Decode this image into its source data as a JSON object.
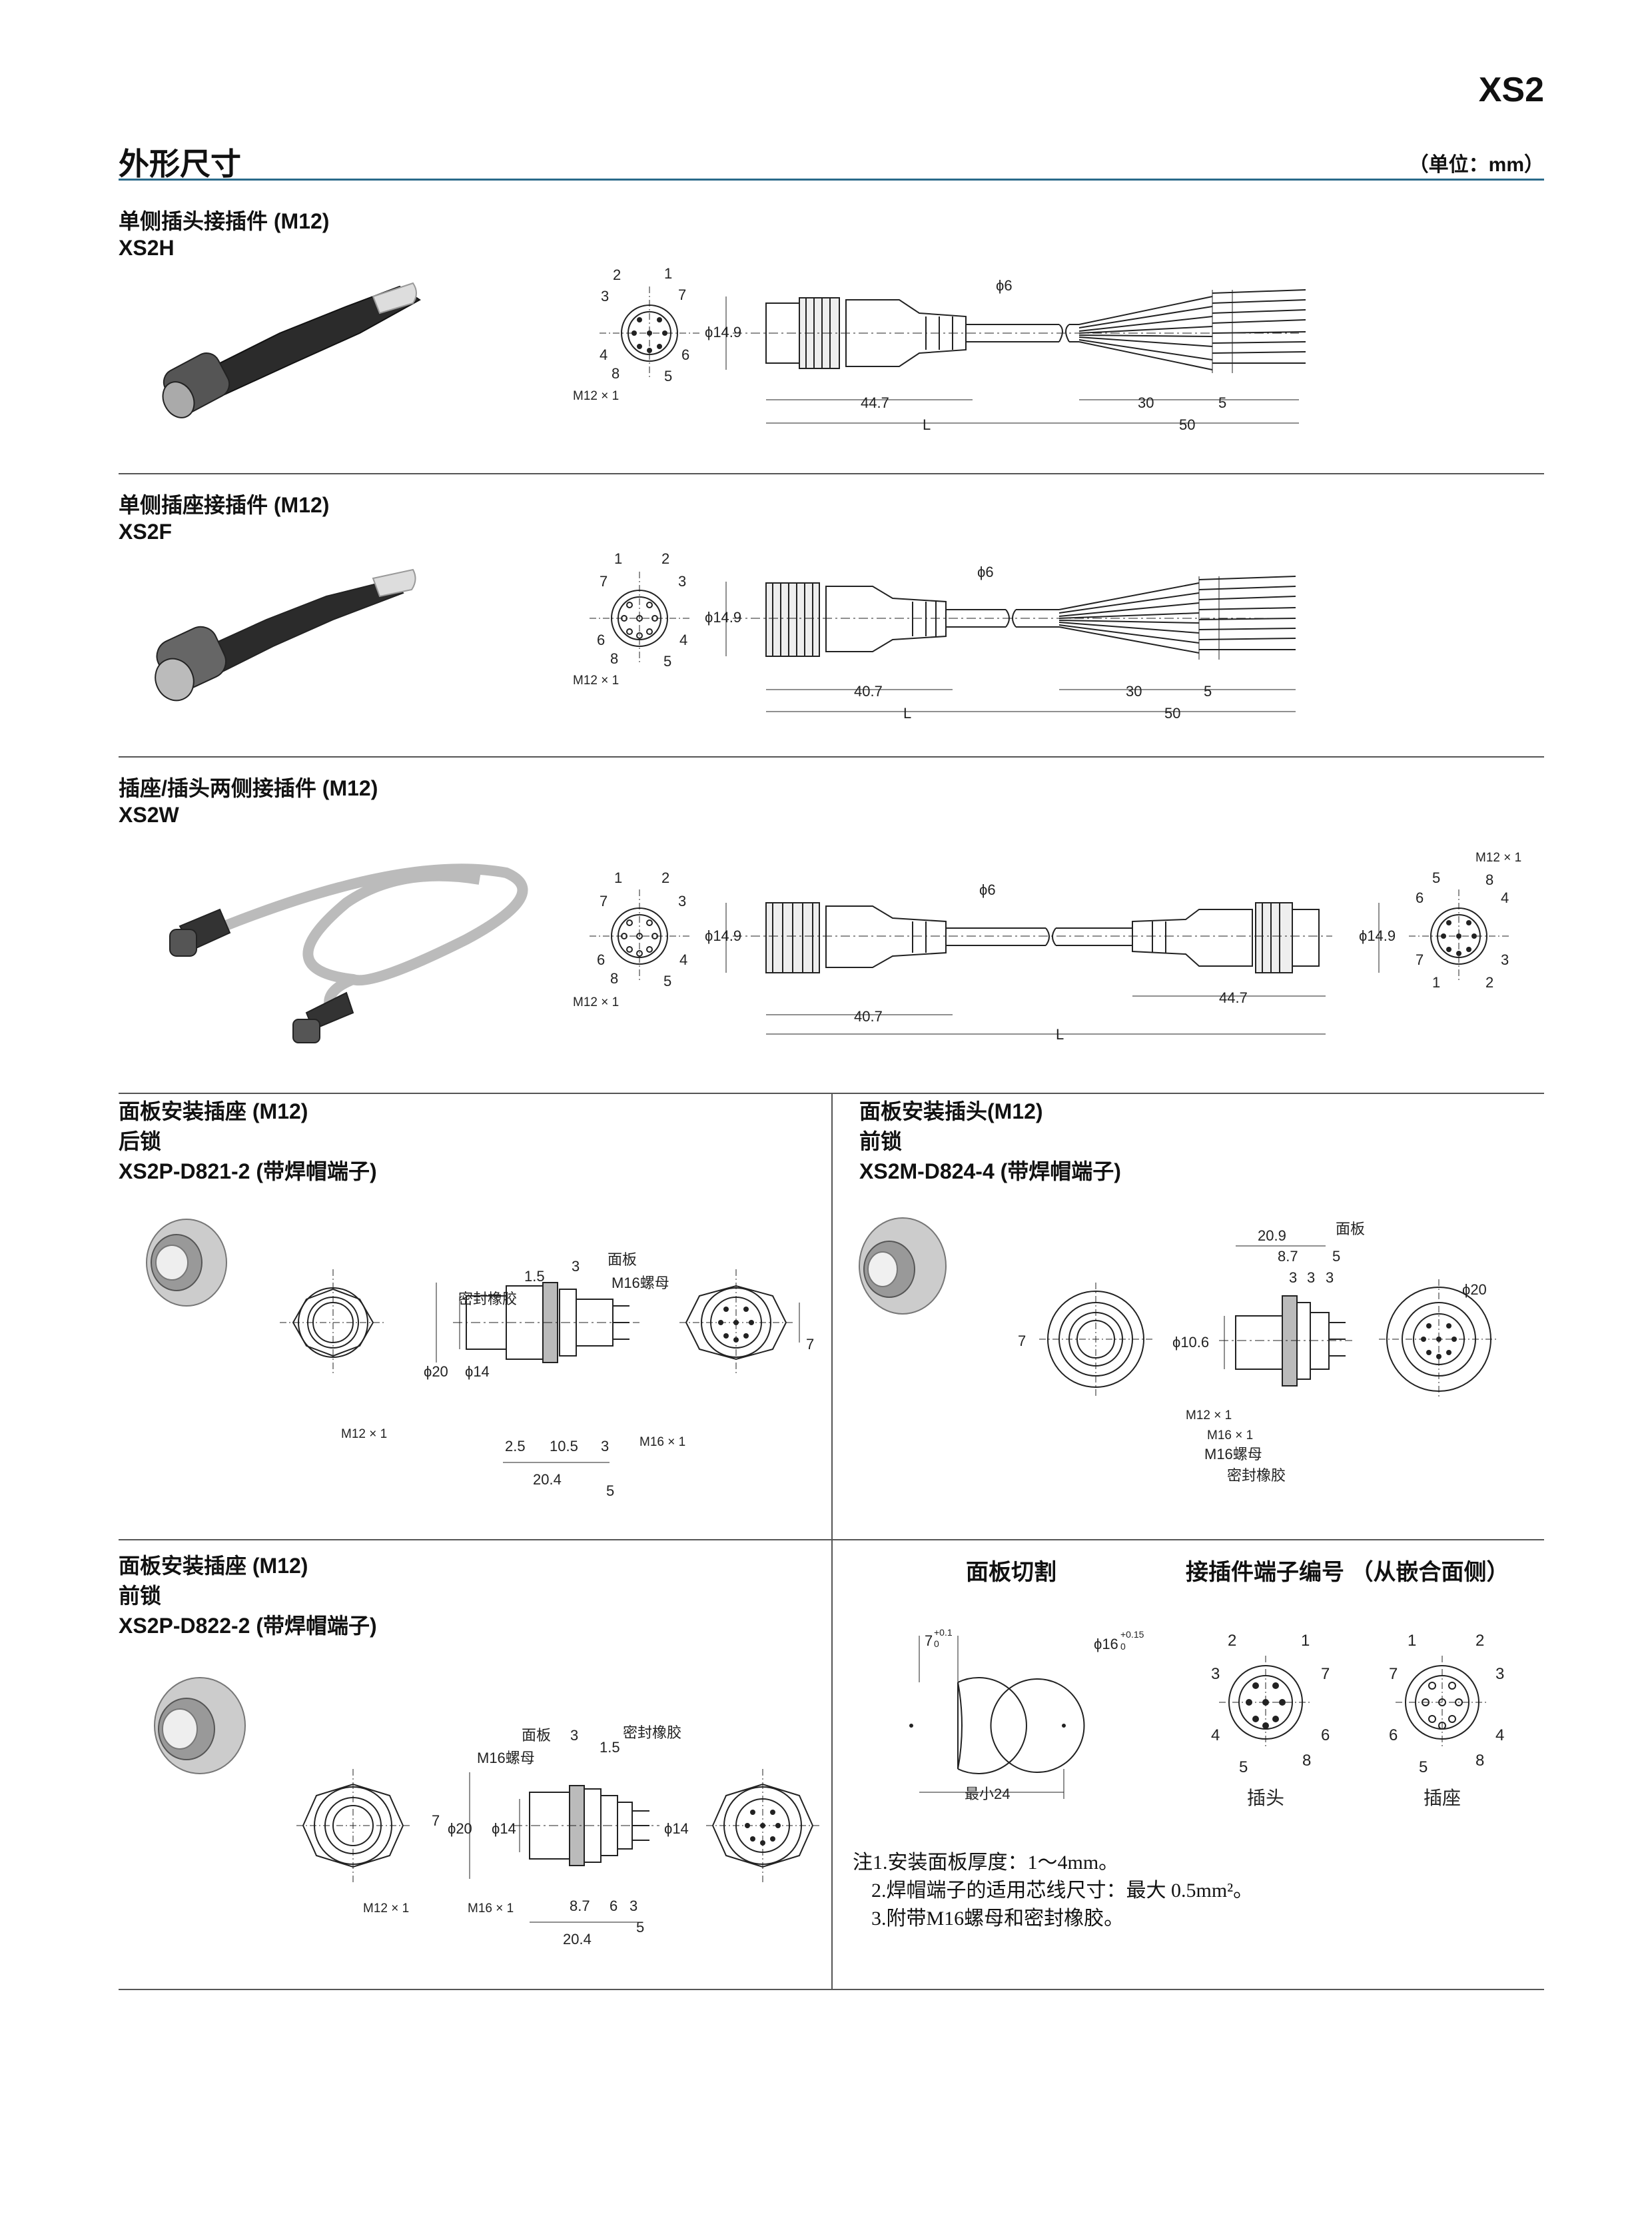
{
  "header": {
    "series": "XS2",
    "title": "外形尺寸",
    "unit": "（单位：mm）"
  },
  "sections": [
    {
      "line1": "单侧插头接插件 (M12)",
      "line2": "XS2H",
      "dims": {
        "dia": "ϕ14.9",
        "cable": "ϕ6",
        "thread": "M12 × 1",
        "len1": "44.7",
        "len2": "L",
        "len3": "30",
        "len4": "5",
        "len5": "50"
      },
      "pins": [
        "1",
        "2",
        "3",
        "4",
        "5",
        "6",
        "7",
        "8"
      ]
    },
    {
      "line1": "单侧插座接插件 (M12)",
      "line2": "XS2F",
      "dims": {
        "dia": "ϕ14.9",
        "cable": "ϕ6",
        "thread": "M12 × 1",
        "len1": "40.7",
        "len2": "L",
        "len3": "30",
        "len4": "5",
        "len5": "50"
      },
      "pins": [
        "1",
        "2",
        "3",
        "4",
        "5",
        "6",
        "7",
        "8"
      ]
    },
    {
      "line1": "插座/插头两侧接插件 (M12)",
      "line2": "XS2W",
      "dims": {
        "dia": "ϕ14.9",
        "dia2": "ϕ14.9",
        "cable": "ϕ6",
        "thread": "M12 × 1",
        "thread2": "M12 × 1",
        "len1": "40.7",
        "len2": "L",
        "len3": "44.7"
      },
      "pins": [
        "1",
        "2",
        "3",
        "4",
        "5",
        "6",
        "7",
        "8"
      ]
    }
  ],
  "panel_rear": {
    "line1": "面板安装插座 (M12)",
    "line2": "后锁",
    "line3": "XS2P-D821-2 (带焊帽端子)",
    "labels": {
      "panel": "面板",
      "nut": "M16螺母",
      "seal": "密封橡胶",
      "d20": "ϕ20",
      "d14": "ϕ14",
      "m12": "M12 × 1",
      "m16": "M16 × 1",
      "a": "1.5",
      "b": "3",
      "c": "2.5",
      "d": "10.5",
      "e": "3",
      "f": "20.4",
      "g": "5",
      "h": "7"
    }
  },
  "panel_plug": {
    "line1": "面板安装插头(M12)",
    "line2": "前锁",
    "line3": "XS2M-D824-4 (带焊帽端子)",
    "labels": {
      "panel": "面板",
      "d20": "ϕ20",
      "d106": "ϕ10.6",
      "m12": "M12 × 1",
      "m16": "M16 × 1",
      "nut": "M16螺母",
      "seal": "密封橡胶",
      "a": "20.9",
      "b": "8.7",
      "c": "5",
      "d": "3",
      "e": "3",
      "f": "3",
      "h": "7"
    }
  },
  "panel_front": {
    "line1": "面板安装插座 (M12)",
    "line2": "前锁",
    "line3": "XS2P-D822-2 (带焊帽端子)",
    "labels": {
      "panel": "面板",
      "nut": "M16螺母",
      "seal": "密封橡胶",
      "d20": "ϕ20",
      "d14": "ϕ14",
      "d14b": "ϕ14",
      "m12": "M12 × 1",
      "m16": "M16 × 1",
      "a": "3",
      "b": "1.5",
      "c": "8.7",
      "d": "6",
      "e": "3",
      "f": "20.4",
      "g": "5",
      "h": "7"
    }
  },
  "cutout": {
    "title": "面板切割",
    "d7": "7",
    "d7tol": "+0.1",
    "d7tol2": "0",
    "d16": "ϕ16",
    "d16tol": "+0.15",
    "d16tol2": "0",
    "min": "最小24"
  },
  "pinout": {
    "title": "接插件端子编号 （从嵌合面侧）",
    "plug": "插头",
    "socket": "插座",
    "plug_pins": [
      "2",
      "1",
      "3",
      "7",
      "4",
      "6",
      "5",
      "8"
    ],
    "socket_pins": [
      "1",
      "2",
      "7",
      "3",
      "6",
      "4",
      "5",
      "8"
    ]
  },
  "notes": {
    "n1": "注1.安装面板厚度：1～4mm。",
    "n2": "2.焊帽端子的适用芯线尺寸：最大 0.5mm²。",
    "n3": "3.附带M16螺母和密封橡胶。"
  }
}
